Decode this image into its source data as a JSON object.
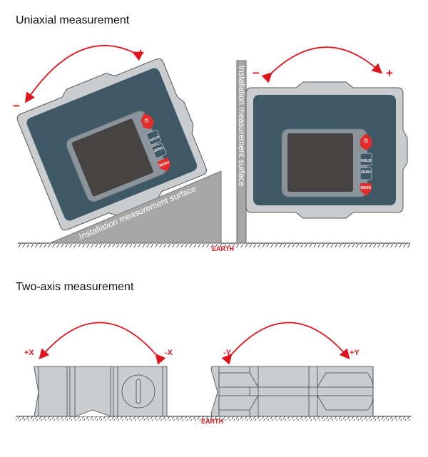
{
  "uniaxial": {
    "title": "Uniaxial measurement",
    "surface_label_incline": "Installation measurement surface",
    "surface_label_vertical": "Installation measurement surface",
    "plus": "+",
    "minus": "−",
    "earth": "EARTH"
  },
  "two_axis": {
    "title": "Two-axis measurement",
    "x_plus": "+X",
    "x_minus": "-X",
    "y_minus": "-Y",
    "y_plus": "+Y",
    "earth": "EARTH"
  },
  "device": {
    "buttons": {
      "power": "⏻",
      "hold": "HOLD",
      "zero": "ZERO",
      "menu": "MENU"
    }
  },
  "colors": {
    "arrow": "#e0141c",
    "panel": "#3f5866",
    "body": "#c9cdd0",
    "screen": "#474343",
    "ground": "#a6a6a6"
  }
}
